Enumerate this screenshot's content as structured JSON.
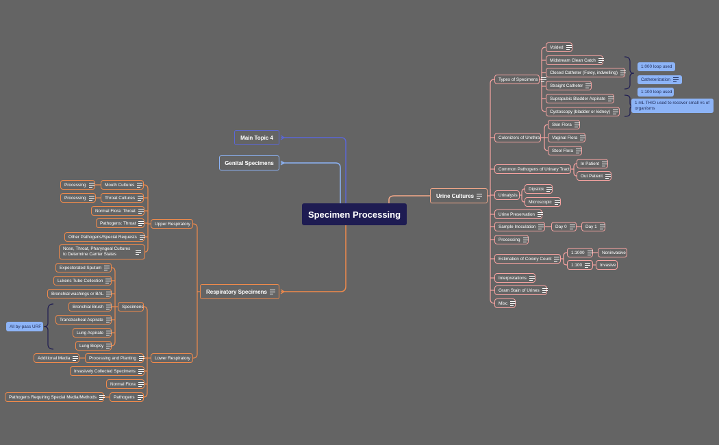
{
  "root": {
    "label": "Specimen Processing"
  },
  "main_topics": {
    "main4": {
      "label": "Main Topic 4"
    },
    "genital": {
      "label": "Genital Specimens"
    },
    "urine": {
      "label": "Urine Cultures"
    },
    "resp": {
      "label": "Respiratory Specimens"
    }
  },
  "urine": {
    "types": "Types of Specimens",
    "voided": "Voided",
    "midstream": "Midstream Clean Catch",
    "closed_catheter": "Closed Catheter (Foley, indwelling)",
    "straight_catheter": "Straight Catheter",
    "suprapubic": "Suprapubic Bladder Aspirate",
    "cystoscopy": "Cystoscopy (bladder or kidney)",
    "colonizers": "Colonizers of Urethra",
    "skin": "Skin Flora",
    "vaginal": "Vaginal Flora",
    "stool": "Stool Flora",
    "pathogens": "Common Pathogens of Urinary Tract",
    "in_patient": "In Patient",
    "out_patient": "Out Patient",
    "urinalysis": "Urinalysis",
    "dipstick": "Dipstick",
    "microscopic": "Microscopic",
    "preservation": "Urine Preservation",
    "inoculation": "Sample Inoculation",
    "day0": "Day 0",
    "day1": "Day 1",
    "processing": "Processing",
    "estimation": "Estimation of Colony Count",
    "r1000": "1:1000",
    "noninvasive": "Noninvasive",
    "r100": "1:100",
    "invasive": "Invasive",
    "interpretations": "Interpretations",
    "gram": "Gram Stain of Urines",
    "misc": "Misc"
  },
  "callouts": {
    "loop1000": "1:000 loop used",
    "cath": "Catheterization",
    "loop100": "1:100 loop used",
    "thio": "1 mL THIO used to recover small #s of organisms",
    "bypass": "All by-pass URF"
  },
  "resp": {
    "upper": "Upper Respiratory",
    "mouth": "Mouth Cultures",
    "mouth_proc": "Processing",
    "throat": "Throat Cultures",
    "throat_proc": "Processing",
    "normal_throat": "Normal Flora: Throat",
    "path_throat": "Pathogens: Throat",
    "other_path": "Other Pathogens/Special Requests",
    "nose": "Nose, Throat, Pharyngeal Cultures to Determine Carrier States",
    "lower": "Lower Respiratory",
    "specimens": "Specimens",
    "sputum": "Expectorated Sputum",
    "lukens": "Lukens Tube Collection",
    "bronchial_wash": "Bronchial washings or BAL",
    "bronchial_brush": "Bronchial Brush",
    "transtracheal": "Transtracheal Aspirate",
    "lung_aspirate": "Lung Aspirate",
    "lung_biopsy": "Lung Biopsy",
    "plating": "Processing and Planting",
    "additional_media": "Additional Media",
    "invasive": "Invasively Collected Specimens",
    "normal_flora": "Normal Flora",
    "pathogens": "Pathogens",
    "special_media": "Pathogens Requiring Special Media/Methods"
  },
  "colors": {
    "background": "#646464",
    "root": "#1e1c52",
    "orange": "#f08a4b",
    "orange_light": "#f6a98a",
    "pink": "#f7a3a1",
    "blue": "#5b67d6",
    "light_blue": "#8db4f7",
    "navy": "#1e2a55"
  }
}
